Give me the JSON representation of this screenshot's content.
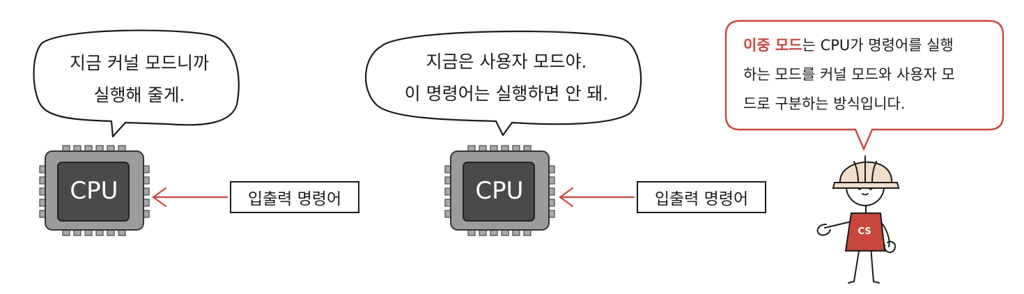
{
  "left_panel": {
    "speech_lines": [
      "지금 커널 모드니까",
      "실행해 줄게."
    ],
    "cpu_label": "CPU",
    "command_label": "입출력 명령어"
  },
  "middle_panel": {
    "speech_lines": [
      "지금은 사용자 모드야.",
      "이 명령어는 실행하면 안 돼."
    ],
    "cpu_label": "CPU",
    "command_label": "입출력 명령어"
  },
  "explainer": {
    "highlight": "이중 모드",
    "body_first_line_rest": "는 CPU가 명령어를 실행",
    "body_rest": "하는 모드를 커널 모드와 사용자 모드로 구분하는 방식입니다.",
    "line2": "하는 모드를 커널 모드와 사용자 모",
    "line3": "드로 구분하는 방식입니다.",
    "shirt_label": "CS"
  },
  "colors": {
    "accent": "#c9463d",
    "chip_outer": "#9b9b9b",
    "chip_inner": "#4a4a4a",
    "arrow": "#c9463d"
  }
}
